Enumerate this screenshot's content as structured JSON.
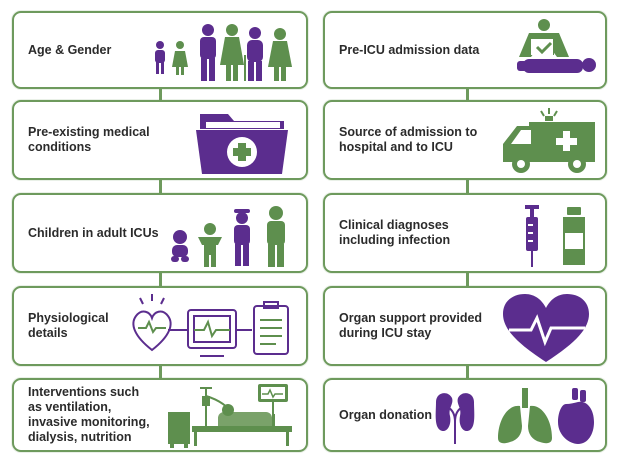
{
  "colors": {
    "border": "#6e9a5d",
    "green": "#5e8f4e",
    "purple": "#5b2d8e",
    "text": "#2b2b2b"
  },
  "left_column": [
    {
      "label": "Age & Gender",
      "icon": "family-people-icon"
    },
    {
      "label": "Pre-existing medical\nconditions",
      "icon": "medical-folder-icon"
    },
    {
      "label": "Children in adult ICUs",
      "icon": "children-icon"
    },
    {
      "label": "Physiological\ndetails",
      "icon": "vital-signs-monitor-icon"
    },
    {
      "label": "Interventions such\nas ventilation,\ninvasive monitoring,\ndialysis, nutrition",
      "icon": "icu-bed-icon"
    }
  ],
  "right_column": [
    {
      "label": "Pre-ICU admission data",
      "icon": "cpr-icon"
    },
    {
      "label": "Source of admission to\nhospital and to ICU",
      "icon": "ambulance-icon"
    },
    {
      "label": "Clinical diagnoses\nincluding infection",
      "icon": "syringe-vial-icon"
    },
    {
      "label": "Organ support provided\nduring ICU stay",
      "icon": "heart-pulse-icon"
    },
    {
      "label": "Organ donation",
      "icon": "organs-icon"
    }
  ]
}
